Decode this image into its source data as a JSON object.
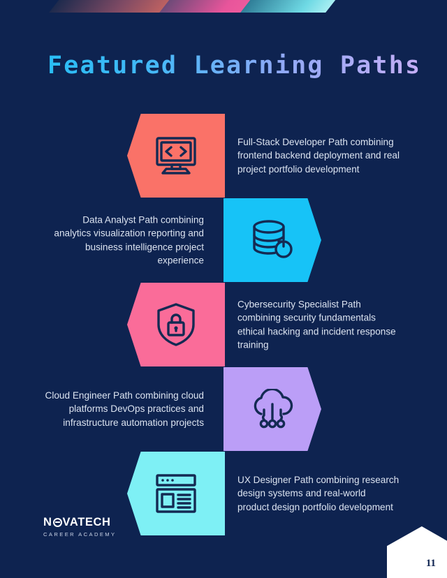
{
  "page": {
    "title": "Featured Learning Paths",
    "background_color": "#0e2350",
    "page_number": "11"
  },
  "brand": {
    "name_part1": "N",
    "name_part2": "VATECH",
    "tagline": "CAREER ACADEMY"
  },
  "stripes": [
    {
      "name": "stripe-orange",
      "from": "#1d2a4d",
      "to": "#f0745f"
    },
    {
      "name": "stripe-pink",
      "from": "#6d4a78",
      "to": "#f4609f"
    },
    {
      "name": "stripe-teal",
      "from": "#2f7d97",
      "to": "#a8eef2"
    }
  ],
  "paths": [
    {
      "icon": "monitor-code-icon",
      "color": "#fa7268",
      "side": "left",
      "text": "Full-Stack Developer Path combining frontend backend deployment and real project portfolio development"
    },
    {
      "icon": "database-refresh-icon",
      "color": "#17c3f7",
      "side": "right",
      "text": "Data Analyst Path combining analytics visualization reporting and business intelligence project experience"
    },
    {
      "icon": "shield-lock-icon",
      "color": "#fa6c99",
      "side": "left",
      "text": "Cybersecurity Specialist Path combining security fundamentals ethical hacking and incident response training"
    },
    {
      "icon": "cloud-network-icon",
      "color": "#bb9ef7",
      "side": "right",
      "text": "Cloud Engineer Path combining cloud platforms DevOps practices and infrastructure automation projects"
    },
    {
      "icon": "wireframe-layout-icon",
      "color": "#7ef0f5",
      "side": "left",
      "text": "UX Designer Path combining research design systems and real-world product design portfolio development"
    }
  ]
}
